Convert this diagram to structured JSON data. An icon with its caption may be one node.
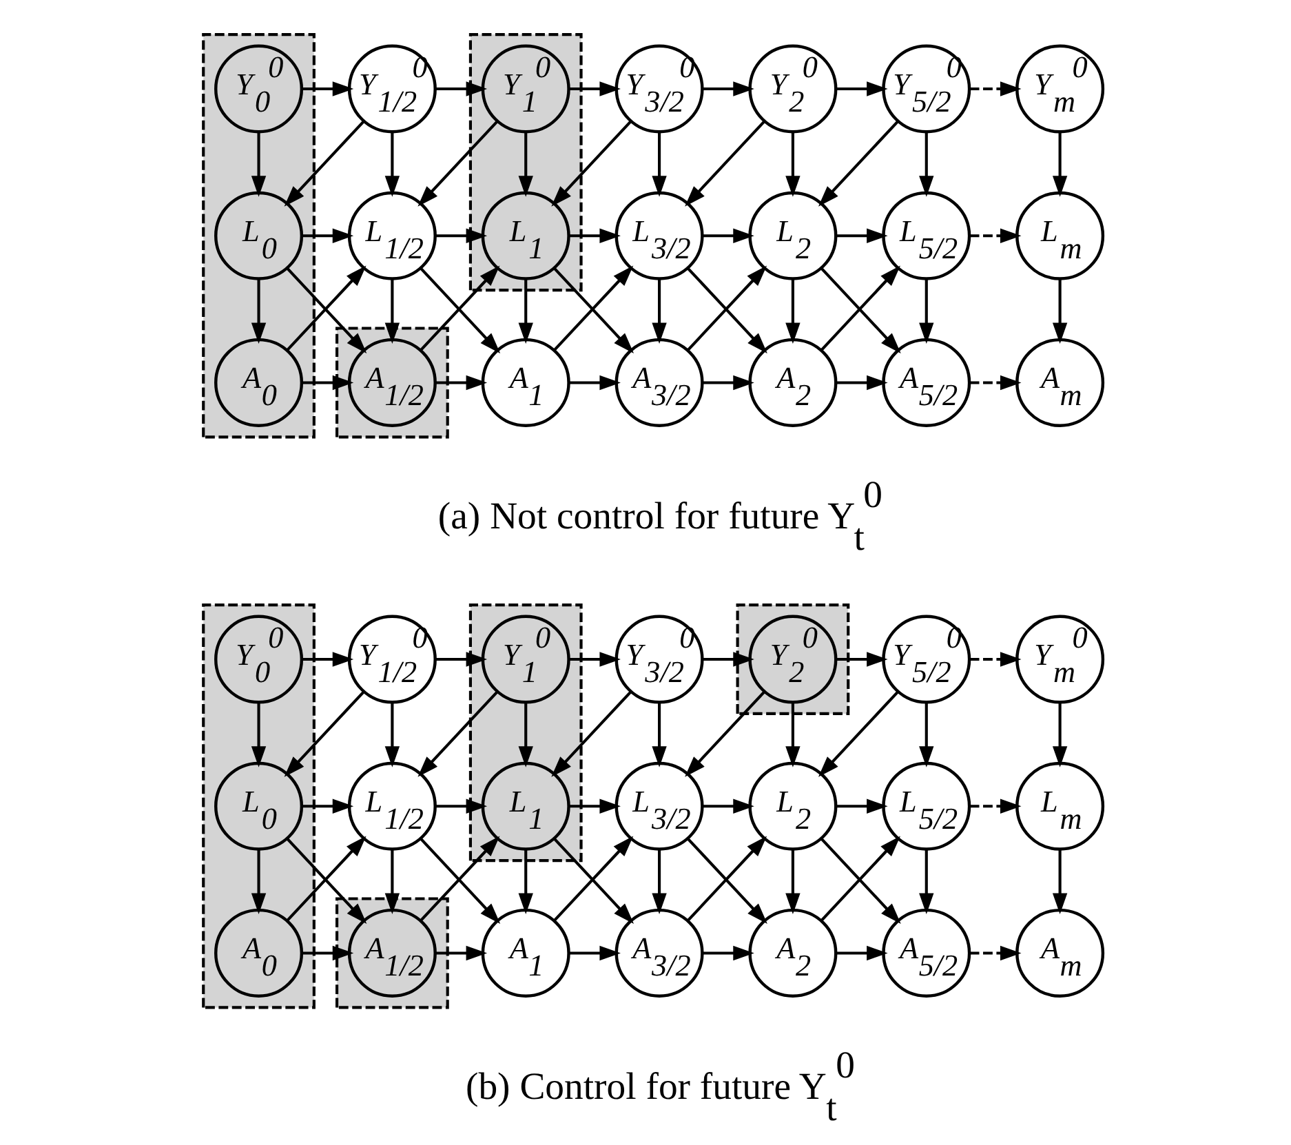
{
  "diagram": {
    "nodes": [
      {
        "text": [],
        "shape": "box"
      },
      {
        "text": [],
        "shape": "box"
      },
      {
        "text": [],
        "shape": "box"
      },
      {
        "text": [
          "Y$_{0}$$^{0}$"
        ],
        "in": 0
      },
      {
        "text": [
          "Y$_{1/2}$$^{0}$"
        ]
      },
      {
        "text": [
          "Y$_{1}$$^{0}$"
        ],
        "in": 1
      },
      {
        "text": [
          "Y$_{3/2}$$^{0}$"
        ]
      },
      {
        "text": [
          "Y$_{2}$$^{0}$"
        ]
      },
      {
        "text": [
          "Y$_{5/2}$$^{0}$"
        ]
      },
      {
        "text": [
          "Y$_{m}$$^{0}$"
        ]
      },
      {
        "text": [
          "L$_{0}$"
        ],
        "in": 0
      },
      {
        "text": [
          "L$_{1/2}$"
        ]
      },
      {
        "text": [
          "L$_{1}$"
        ],
        "in": 1
      },
      {
        "text": [
          "L$_{3/2}$"
        ]
      },
      {
        "text": [
          "L$_{2}$"
        ]
      },
      {
        "text": [
          "L$_{5/2}$"
        ]
      },
      {
        "text": [
          "L$_{m}$"
        ]
      },
      {
        "text": [
          "A$_{0}$"
        ],
        "in": 0
      },
      {
        "text": [
          "A$_{1/2}$"
        ],
        "in": 2
      },
      {
        "text": [
          "A$_{1}$"
        ]
      },
      {
        "text": [
          "A$_{3/2}$"
        ]
      },
      {
        "text": [
          "A$_{2}$"
        ]
      },
      {
        "text": [
          "A$_{5/2}$"
        ]
      },
      {
        "text": [
          "A$_{m}$"
        ]
      },
      {
        "text": [],
        "shape": "box"
      },
      {
        "text": [],
        "shape": "box"
      },
      {
        "text": [],
        "shape": "box"
      },
      {
        "text": [],
        "shape": "box"
      },
      {
        "text": [
          "Y$_{0}$$^{0}$"
        ],
        "in": 24
      },
      {
        "text": [
          "Y$_{1/2}$$^{0}$"
        ]
      },
      {
        "text": [
          "Y$_{1}$$^{0}$"
        ],
        "in": 25
      },
      {
        "text": [
          "Y$_{3/2}$$^{0}$"
        ]
      },
      {
        "text": [
          "Y$_{2}$$^{0}$"
        ],
        "in": 26
      },
      {
        "text": [
          "Y$_{5/2}$$^{0}$"
        ]
      },
      {
        "text": [
          "Y$_{m}$$^{0}$"
        ]
      },
      {
        "text": [
          "L$_{0}$"
        ],
        "in": 24
      },
      {
        "text": [
          "L$_{1/2}$"
        ]
      },
      {
        "text": [
          "L$_{1}$"
        ],
        "in": 25
      },
      {
        "text": [
          "L$_{3/2}$"
        ]
      },
      {
        "text": [
          "L$_{2}$"
        ]
      },
      {
        "text": [
          "L$_{5/2}$"
        ]
      },
      {
        "text": [
          "L$_{m}$"
        ]
      },
      {
        "text": [
          "A$_{0}$"
        ],
        "in": 24
      },
      {
        "text": [
          "A$_{1/2}$"
        ],
        "in": 27
      },
      {
        "text": [
          "A$_{1}$"
        ]
      },
      {
        "text": [
          "A$_{3/2}$"
        ]
      },
      {
        "text": [
          "A$_{2}$"
        ]
      },
      {
        "text": [
          "A$_{5/2}$"
        ]
      },
      {
        "text": [
          "A$_{m}$"
        ]
      }
    ],
    "edges": [
      {
        "from": 3,
        "to": 4,
        "arrow": "to"
      },
      {
        "from": 4,
        "to": 5,
        "arrow": "to"
      },
      {
        "from": 5,
        "to": 6,
        "arrow": "to"
      },
      {
        "from": 6,
        "to": 7,
        "arrow": "to"
      },
      {
        "from": 7,
        "to": 8,
        "arrow": "to"
      },
      {
        "from": 8,
        "to": 9,
        "arrow": "to",
        "style": "dashed"
      },
      {
        "from": 10,
        "to": 11,
        "arrow": "to"
      },
      {
        "from": 11,
        "to": 12,
        "arrow": "to"
      },
      {
        "from": 12,
        "to": 13,
        "arrow": "to"
      },
      {
        "from": 13,
        "to": 14,
        "arrow": "to"
      },
      {
        "from": 14,
        "to": 15,
        "arrow": "to"
      },
      {
        "from": 15,
        "to": 16,
        "arrow": "to",
        "style": "dashed"
      },
      {
        "from": 17,
        "to": 18,
        "arrow": "to"
      },
      {
        "from": 18,
        "to": 19,
        "arrow": "to"
      },
      {
        "from": 19,
        "to": 20,
        "arrow": "to"
      },
      {
        "from": 20,
        "to": 21,
        "arrow": "to"
      },
      {
        "from": 21,
        "to": 22,
        "arrow": "to"
      },
      {
        "from": 22,
        "to": 23,
        "arrow": "to",
        "style": "dashed"
      },
      {
        "from": 3,
        "to": 10,
        "arrow": "to"
      },
      {
        "from": 10,
        "to": 17,
        "arrow": "to"
      },
      {
        "from": 4,
        "to": 11,
        "arrow": "to"
      },
      {
        "from": 11,
        "to": 18,
        "arrow": "to"
      },
      {
        "from": 5,
        "to": 12,
        "arrow": "to"
      },
      {
        "from": 12,
        "to": 19,
        "arrow": "to"
      },
      {
        "from": 6,
        "to": 13,
        "arrow": "to"
      },
      {
        "from": 13,
        "to": 20,
        "arrow": "to"
      },
      {
        "from": 7,
        "to": 14,
        "arrow": "to"
      },
      {
        "from": 14,
        "to": 21,
        "arrow": "to"
      },
      {
        "from": 8,
        "to": 15,
        "arrow": "to"
      },
      {
        "from": 15,
        "to": 22,
        "arrow": "to"
      },
      {
        "from": 9,
        "to": 16,
        "arrow": "to"
      },
      {
        "from": 16,
        "to": 23,
        "arrow": "to"
      },
      {
        "from": 4,
        "to": 10,
        "arrow": "to"
      },
      {
        "from": 10,
        "to": 18,
        "arrow": "to"
      },
      {
        "from": 17,
        "to": 11,
        "arrow": "to"
      },
      {
        "from": 5,
        "to": 11,
        "arrow": "to"
      },
      {
        "from": 11,
        "to": 19,
        "arrow": "to"
      },
      {
        "from": 18,
        "to": 12,
        "arrow": "to"
      },
      {
        "from": 6,
        "to": 12,
        "arrow": "to"
      },
      {
        "from": 12,
        "to": 20,
        "arrow": "to"
      },
      {
        "from": 19,
        "to": 13,
        "arrow": "to"
      },
      {
        "from": 7,
        "to": 13,
        "arrow": "to"
      },
      {
        "from": 13,
        "to": 21,
        "arrow": "to"
      },
      {
        "from": 20,
        "to": 14,
        "arrow": "to"
      },
      {
        "from": 8,
        "to": 14,
        "arrow": "to"
      },
      {
        "from": 14,
        "to": 22,
        "arrow": "to"
      },
      {
        "from": 21,
        "to": 15,
        "arrow": "to"
      },
      {
        "from": 28,
        "to": 29,
        "arrow": "to"
      },
      {
        "from": 29,
        "to": 30,
        "arrow": "to"
      },
      {
        "from": 30,
        "to": 31,
        "arrow": "to"
      },
      {
        "from": 31,
        "to": 32,
        "arrow": "to"
      },
      {
        "from": 32,
        "to": 33,
        "arrow": "to"
      },
      {
        "from": 33,
        "to": 34,
        "arrow": "to",
        "style": "dashed"
      },
      {
        "from": 35,
        "to": 36,
        "arrow": "to"
      },
      {
        "from": 36,
        "to": 37,
        "arrow": "to"
      },
      {
        "from": 37,
        "to": 38,
        "arrow": "to"
      },
      {
        "from": 38,
        "to": 39,
        "arrow": "to"
      },
      {
        "from": 39,
        "to": 40,
        "arrow": "to"
      },
      {
        "from": 40,
        "to": 41,
        "arrow": "to",
        "style": "dashed"
      },
      {
        "from": 42,
        "to": 43,
        "arrow": "to"
      },
      {
        "from": 43,
        "to": 44,
        "arrow": "to"
      },
      {
        "from": 44,
        "to": 45,
        "arrow": "to"
      },
      {
        "from": 45,
        "to": 46,
        "arrow": "to"
      },
      {
        "from": 46,
        "to": 47,
        "arrow": "to"
      },
      {
        "from": 47,
        "to": 48,
        "arrow": "to",
        "style": "dashed"
      },
      {
        "from": 28,
        "to": 35,
        "arrow": "to"
      },
      {
        "from": 35,
        "to": 42,
        "arrow": "to"
      },
      {
        "from": 29,
        "to": 36,
        "arrow": "to"
      },
      {
        "from": 36,
        "to": 43,
        "arrow": "to"
      },
      {
        "from": 30,
        "to": 37,
        "arrow": "to"
      },
      {
        "from": 37,
        "to": 44,
        "arrow": "to"
      },
      {
        "from": 31,
        "to": 38,
        "arrow": "to"
      },
      {
        "from": 38,
        "to": 45,
        "arrow": "to"
      },
      {
        "from": 32,
        "to": 39,
        "arrow": "to"
      },
      {
        "from": 39,
        "to": 46,
        "arrow": "to"
      },
      {
        "from": 33,
        "to": 40,
        "arrow": "to"
      },
      {
        "from": 40,
        "to": 47,
        "arrow": "to"
      },
      {
        "from": 34,
        "to": 41,
        "arrow": "to"
      },
      {
        "from": 41,
        "to": 48,
        "arrow": "to"
      },
      {
        "from": 29,
        "to": 35,
        "arrow": "to"
      },
      {
        "from": 35,
        "to": 43,
        "arrow": "to"
      },
      {
        "from": 42,
        "to": 36,
        "arrow": "to"
      },
      {
        "from": 30,
        "to": 36,
        "arrow": "to"
      },
      {
        "from": 36,
        "to": 44,
        "arrow": "to"
      },
      {
        "from": 43,
        "to": 37,
        "arrow": "to"
      },
      {
        "from": 31,
        "to": 37,
        "arrow": "to"
      },
      {
        "from": 37,
        "to": 45,
        "arrow": "to"
      },
      {
        "from": 44,
        "to": 38,
        "arrow": "to"
      },
      {
        "from": 32,
        "to": 38,
        "arrow": "to"
      },
      {
        "from": 38,
        "to": 46,
        "arrow": "to"
      },
      {
        "from": 45,
        "to": 39,
        "arrow": "to"
      },
      {
        "from": 33,
        "to": 39,
        "arrow": "to"
      },
      {
        "from": 39,
        "to": 47,
        "arrow": "to"
      },
      {
        "from": 46,
        "to": 40,
        "arrow": "to"
      }
    ],
    "labels": [
      "(a) Not control for future Y$_{t}$$^{0}$",
      "(b) Control for future Y$_{t}$$^{0}$"
    ]
  }
}
